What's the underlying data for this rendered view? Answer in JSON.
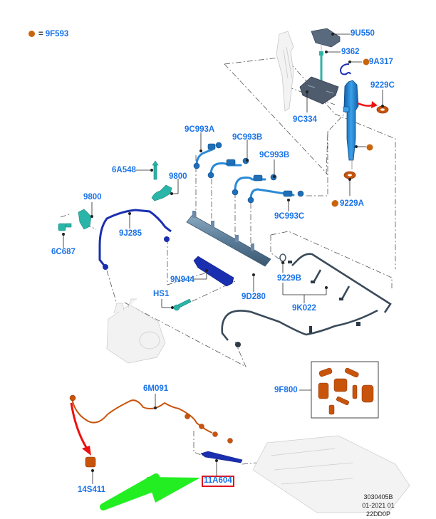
{
  "legend": {
    "symbol": "orange-dot",
    "equals": "=",
    "code": "9F593",
    "dot_color": "#c8650c"
  },
  "colors": {
    "label_text": "#1a73e8",
    "highlight_box": "#e0141e",
    "pointer_arrow": "#22ee22",
    "callout_arrow": "#ee1111",
    "injector_blue": "#1e7fc8",
    "fuel_line_blue": "#2a8ad6",
    "return_hose_navy": "#1a2fb0",
    "seal_orange": "#c8540c",
    "teal_parts": "#2ab5a8",
    "dark_hose": "#3a4a5a"
  },
  "labels": {
    "p9U550": "9U550",
    "p9362": "9362",
    "p9A317": "9A317",
    "p9229C": "9229C",
    "p9C334": "9C334",
    "p9C993A": "9C993A",
    "p9C993B_1": "9C993B",
    "p9C993B_2": "9C993B",
    "p9C993C": "9C993C",
    "p6A548": "6A548",
    "p9800_1": "9800",
    "p9800_2": "9800",
    "p6C687": "6C687",
    "p9J285": "9J285",
    "p9N944": "9N944",
    "pHS1": "HS1",
    "p9D280": "9D280",
    "p9229A": "9229A",
    "p9229B": "9229B",
    "p9K022": "9K022",
    "p9F800": "9F800",
    "p6M091": "6M091",
    "p14S411": "14S411",
    "p11A604": "11A604"
  },
  "dot_marked_parts": [
    "9A317",
    "9229A",
    "injector-unlabeled"
  ],
  "highlighted_part": "11A604",
  "footer": {
    "line1": "3030405B",
    "line2": "01-2021 01",
    "line3": "22DD0P"
  }
}
